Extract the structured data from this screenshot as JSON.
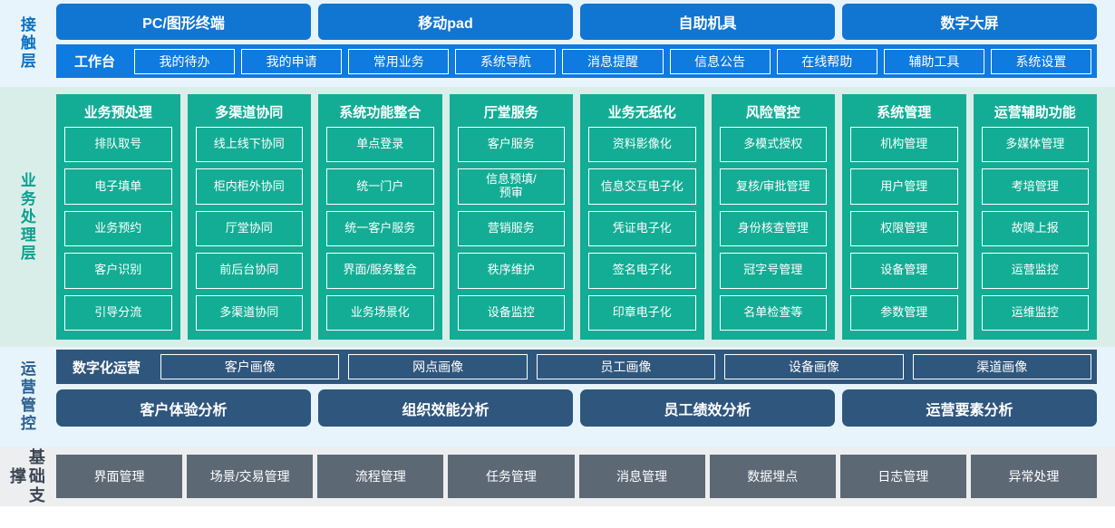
{
  "bands": {
    "contact": {
      "label": "接触层",
      "channels": [
        "PC/图形终端",
        "移动pad",
        "自助机具",
        "数字大屏"
      ],
      "workbench_title": "工作台",
      "workbench_items": [
        "我的待办",
        "我的申请",
        "常用业务",
        "系统导航",
        "消息提醒",
        "信息公告",
        "在线帮助",
        "辅助工具",
        "系统设置"
      ],
      "colors": {
        "background": "#e8f4fb",
        "label": "#0b72c4",
        "chip": "#1175d2",
        "bar": "#0f7ae0"
      }
    },
    "business": {
      "label": "业务处理层",
      "colors": {
        "background": "#daeee9",
        "label": "#0aa08e",
        "column": "#13ad95"
      },
      "columns": [
        {
          "title": "业务预处理",
          "items": [
            "排队取号",
            "电子填单",
            "业务预约",
            "客户识别",
            "引导分流"
          ]
        },
        {
          "title": "多渠道协同",
          "items": [
            "线上线下协同",
            "柜内柜外协同",
            "厅堂协同",
            "前后台协同",
            "多渠道协同"
          ]
        },
        {
          "title": "系统功能整合",
          "items": [
            "单点登录",
            "统一门户",
            "统一客户服务",
            "界面/服务整合",
            "业务场景化"
          ]
        },
        {
          "title": "厅堂服务",
          "items": [
            "客户服务",
            "信息预填/\n预审",
            "营销服务",
            "秩序维护",
            "设备监控"
          ]
        },
        {
          "title": "业务无纸化",
          "items": [
            "资料影像化",
            "信息交互电子化",
            "凭证电子化",
            "签名电子化",
            "印章电子化"
          ]
        },
        {
          "title": "风险管控",
          "items": [
            "多模式授权",
            "复核/审批管理",
            "身份核查管理",
            "冠字号管理",
            "名单检查等"
          ]
        },
        {
          "title": "系统管理",
          "items": [
            "机构管理",
            "用户管理",
            "权限管理",
            "设备管理",
            "参数管理"
          ]
        },
        {
          "title": "运营辅助功能",
          "items": [
            "多媒体管理",
            "考培管理",
            "故障上报",
            "运营监控",
            "运维监控"
          ]
        }
      ]
    },
    "operations": {
      "label": "运营管控",
      "portrait_title": "数字化运营",
      "portrait_items": [
        "客户画像",
        "网点画像",
        "员工画像",
        "设备画像",
        "渠道画像"
      ],
      "analysis_items": [
        "客户体验分析",
        "组织效能分析",
        "员工绩效分析",
        "运营要素分析"
      ],
      "colors": {
        "background": "#e8f4fb",
        "label": "#2a5f8f",
        "chip": "#2f567d"
      }
    },
    "base": {
      "label": "基础支撑",
      "items": [
        "界面管理",
        "场景/交易管理",
        "流程管理",
        "任务管理",
        "消息管理",
        "数据埋点",
        "日志管理",
        "异常处理"
      ],
      "colors": {
        "background": "#eceef0",
        "label": "#3b4552",
        "chip": "#5d6875"
      }
    }
  }
}
